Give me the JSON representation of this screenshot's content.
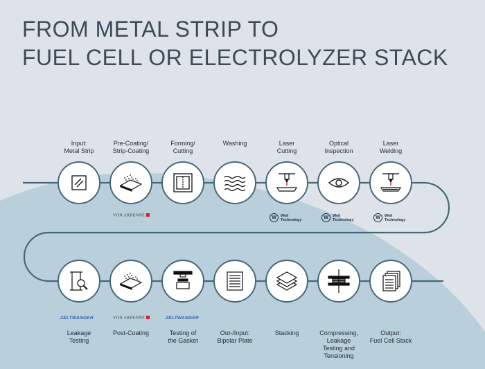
{
  "title": {
    "line1": "FROM METAL STRIP TO",
    "line2": "FUEL CELL OR ELECTROLYZER STACK"
  },
  "colors": {
    "background": "#dde3e8",
    "lower_background": "#b9cfdc",
    "path_line": "#456878",
    "circle_fill": "#ffffff"
  },
  "top_row": [
    {
      "label": [
        "Input:",
        "Metal Strip"
      ],
      "icon": "metal-strip-icon"
    },
    {
      "label": [
        "Pre-Coating/",
        "Strip-Coating"
      ],
      "icon": "pre-coating-icon"
    },
    {
      "label": [
        "Forming/",
        "Cutting"
      ],
      "icon": "forming-icon"
    },
    {
      "label": [
        "Washing"
      ],
      "icon": "washing-icon"
    },
    {
      "label": [
        "Laser",
        "Cutting"
      ],
      "icon": "laser-cutting-icon"
    },
    {
      "label": [
        "Optical",
        "Inspection"
      ],
      "icon": "eye-icon"
    },
    {
      "label": [
        "Laser",
        "Welding"
      ],
      "icon": "laser-welding-icon"
    }
  ],
  "bottom_row": [
    {
      "label": [
        "Leakage",
        "Testing"
      ],
      "icon": "leakage-testing-icon"
    },
    {
      "label": [
        "Post-Coating"
      ],
      "icon": "post-coating-icon"
    },
    {
      "label": [
        "Testing of",
        "the Gasket"
      ],
      "icon": "gasket-testing-icon"
    },
    {
      "label": [
        "Out-/Input:",
        "Bipolar Plate"
      ],
      "icon": "bipolar-plate-icon"
    },
    {
      "label": [
        "Stacking"
      ],
      "icon": "stacking-icon"
    },
    {
      "label": [
        "Compressing,",
        "Leakage",
        "Testing and",
        "Tensioning"
      ],
      "icon": "compressing-icon"
    },
    {
      "label": [
        "Output:",
        "Fuel Cell Stack"
      ],
      "icon": "fuel-cell-stack-icon"
    }
  ],
  "logos": {
    "von_ardenne": "VON ARDENNE",
    "weil_badge": "W",
    "weil_line1": "Weil",
    "weil_line2": "Technology",
    "zeltwanger": "ZELTWANGER"
  }
}
